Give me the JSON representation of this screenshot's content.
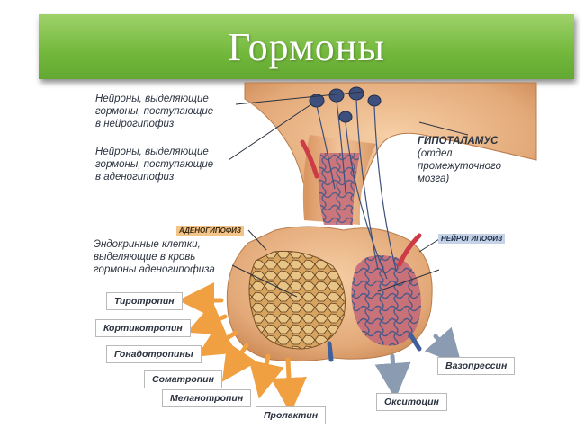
{
  "title": "Гормоны",
  "labels": {
    "neurons_neuro": [
      "Нейроны, выделяющие",
      "гормоны, поступающие",
      "в нейрогипофиз"
    ],
    "neurons_adeno": [
      "Нейроны, выделяющие",
      "гормоны, поступающие",
      "в аденогипофиз"
    ],
    "hypothalamus": [
      "ГИПОТАЛАМУС",
      "(отдел",
      "промежуточного",
      "мозга)"
    ],
    "adenohypophysis": "АДЕНОГИПОФИЗ",
    "neurohypophysis": "НЕЙРОГИПОФИЗ",
    "endocrine_cells": [
      "Эндокринные клетки,",
      "выделяющие в кровь",
      "гормоны аденогипофиза"
    ]
  },
  "hormones_adeno": [
    "Тиротропин",
    "Кортикотропин",
    "Гонадотропины",
    "Соматропин",
    "Меланотропин",
    "Пролактин"
  ],
  "hormones_neuro": [
    "Вазопрессин",
    "Окситоцин"
  ],
  "colors": {
    "title_green": "#72b83c",
    "tissue": "#e3a978",
    "artery_red": "#cc3b46",
    "vein_blue": "#40609a",
    "arrow_orange": "#f0a040",
    "arrow_blue_grey": "#8a9bb2"
  }
}
